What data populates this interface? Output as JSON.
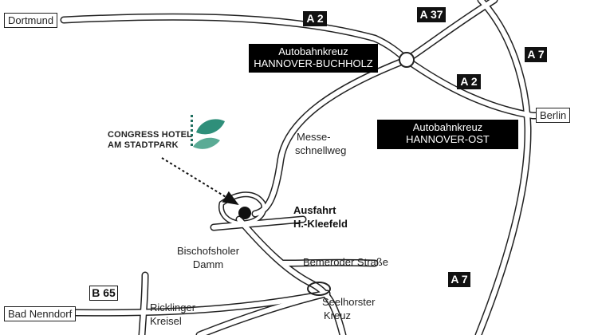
{
  "cities": {
    "dortmund": "Dortmund",
    "berlin": "Berlin",
    "bad_nenndorf": "Bad Nenndorf"
  },
  "shields": {
    "a2_top": "A 2",
    "a37": "A 37",
    "a7_top": "A 7",
    "a2_right": "A 2",
    "a7_bottom": "A 7",
    "b65": "B 65"
  },
  "interchanges": {
    "buchholz_line1": "Autobahnkreuz",
    "buchholz_line2": "HANNOVER-BUCHHOLZ",
    "ost_line1": "Autobahnkreuz",
    "ost_line2": "HANNOVER-OST"
  },
  "hotel": {
    "line1": "CONGRESS HOTEL",
    "line2": "AM STADTPARK",
    "logo_color_primary": "#2f8f7a",
    "logo_color_secondary": "#5aab95"
  },
  "roads": {
    "messeschnellweg_line1": "Messe-",
    "messeschnellweg_line2": "schnellweg",
    "bischofsholer_line1": "Bischofsholer",
    "bischofsholer_line2": "Damm",
    "bemeroder": "Bemeroder Straße",
    "ricklinger_line1": "Ricklinger",
    "ricklinger_line2": "Kreisel",
    "seelhorster_line1": "Seelhorster",
    "seelhorster_line2": "Kreuz"
  },
  "exit": {
    "line1": "Ausfahrt",
    "line2": "H.-Kleefeld"
  }
}
